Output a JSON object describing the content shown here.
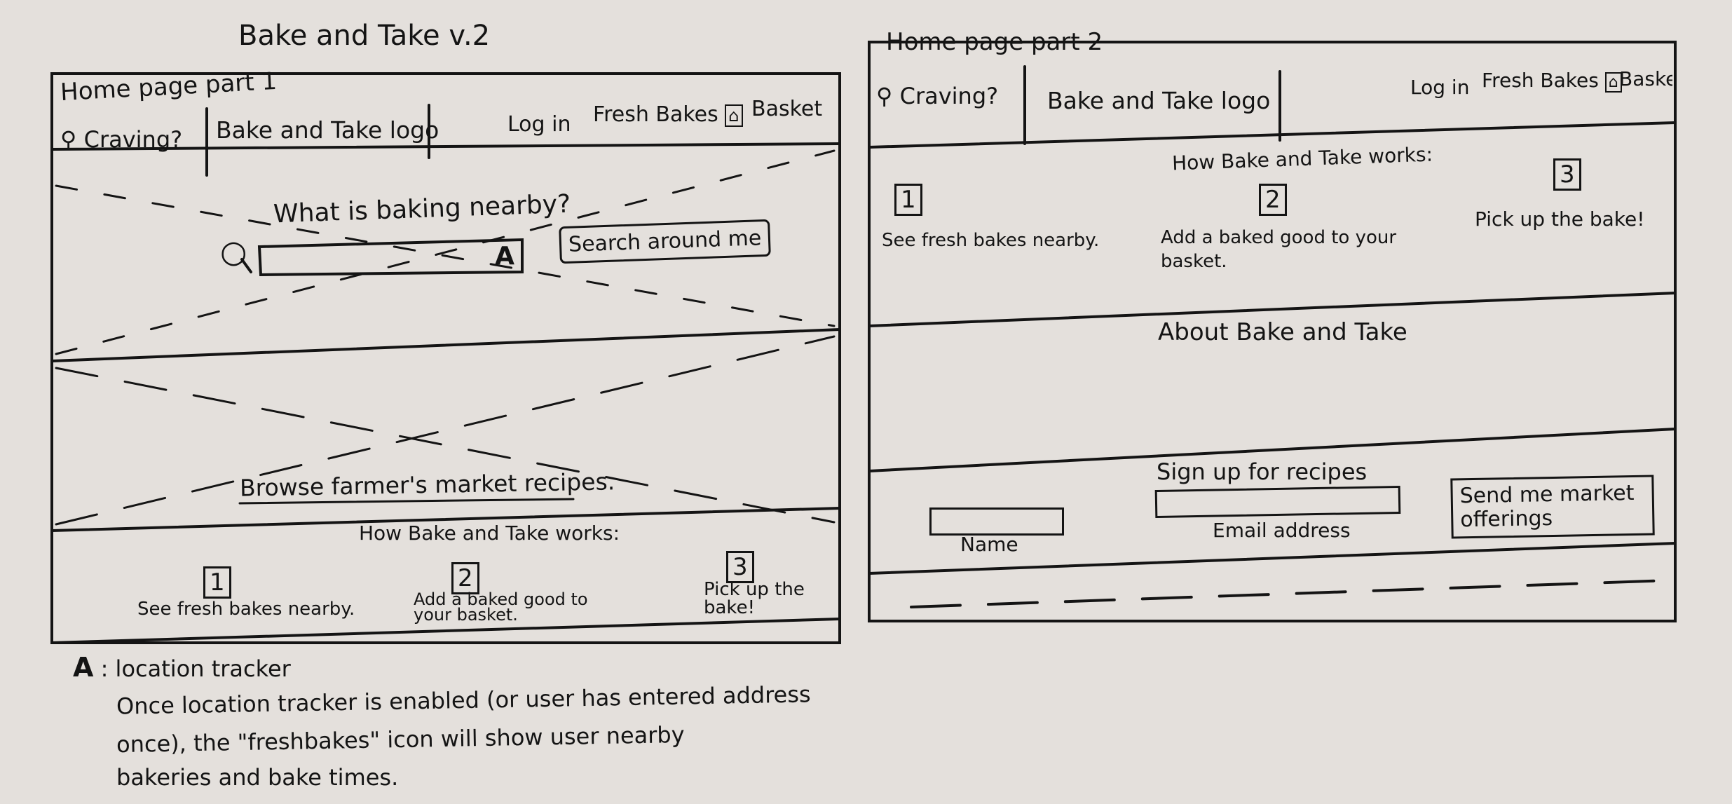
{
  "title": "Bake and Take v.2",
  "frame1": {
    "label": "Home page part 1",
    "nav": {
      "search": "Craving?",
      "logo": "Bake and Take logo",
      "login": "Log in",
      "fresh_bakes": "Fresh Bakes",
      "basket": "Basket"
    },
    "hero": {
      "heading": "What is baking nearby?",
      "locator_marker": "A",
      "search_button": "Search around me"
    },
    "browse_link": "Browse farmer's market recipes.",
    "how": {
      "heading": "How Bake and Take works:",
      "steps": [
        {
          "num": "1",
          "text": "See fresh bakes nearby."
        },
        {
          "num": "2",
          "text": "Add a baked good to your basket."
        },
        {
          "num": "3",
          "text": "Pick up the bake!"
        }
      ]
    }
  },
  "frame2": {
    "label": "Home page part 2",
    "nav": {
      "search": "Craving?",
      "logo": "Bake and Take logo",
      "login": "Log in",
      "fresh_bakes": "Fresh Bakes",
      "basket": "Basket"
    },
    "how": {
      "heading": "How Bake and Take works:",
      "steps": [
        {
          "num": "1",
          "text": "See fresh bakes nearby."
        },
        {
          "num": "2",
          "text": "Add a baked good to your basket."
        },
        {
          "num": "3",
          "text": "Pick up the bake!"
        }
      ]
    },
    "about_heading": "About Bake and Take",
    "signup": {
      "heading": "Sign up for recipes",
      "name_label": "Name",
      "email_label": "Email address",
      "send_button": "Send me market offerings"
    }
  },
  "note": {
    "marker": "A",
    "title": ": location tracker",
    "line1": "Once location tracker is enabled (or user has entered address",
    "line2": "once), the \"freshbakes\" icon will show user nearby",
    "line3": "bakeries and bake times."
  }
}
